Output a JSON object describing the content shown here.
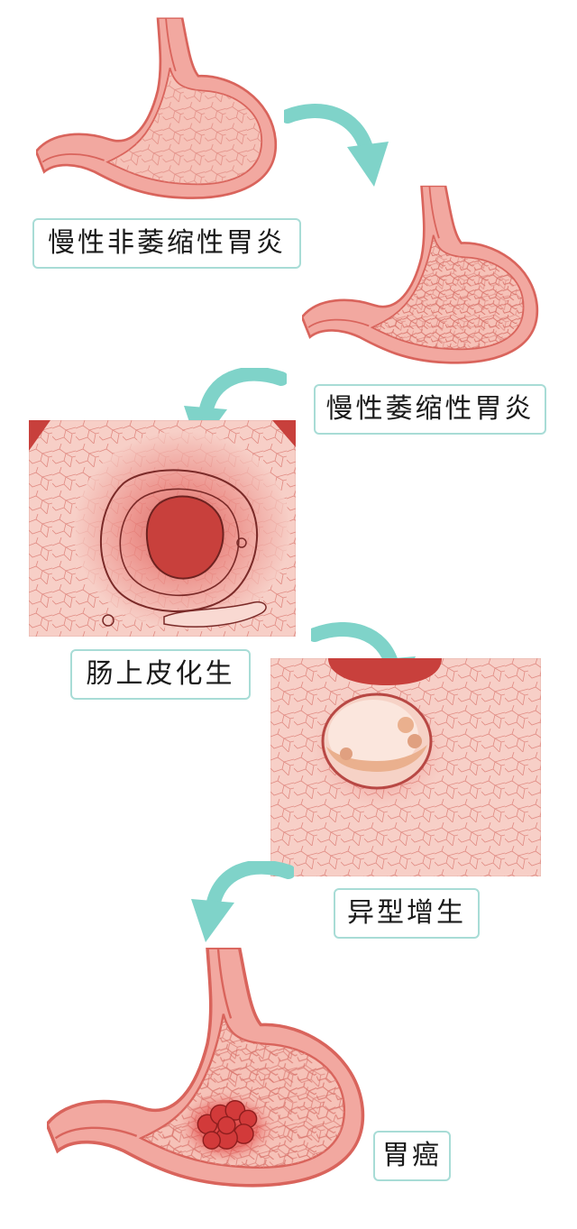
{
  "stages": [
    {
      "label": "慢性非萎缩性胃炎"
    },
    {
      "label": "慢性萎缩性胃炎"
    },
    {
      "label": "肠上皮化生"
    },
    {
      "label": "异型增生"
    },
    {
      "label": "胃癌"
    }
  ],
  "colors": {
    "stomach_wall": "#f2a8a0",
    "stomach_outline": "#d9645c",
    "stomach_inner": "#f6c2b8",
    "mucosa_panel": "#f7cfc7",
    "lesion": "#c8403c",
    "arrow": "#7fd3c9",
    "label_border": "#a8dcd6"
  }
}
